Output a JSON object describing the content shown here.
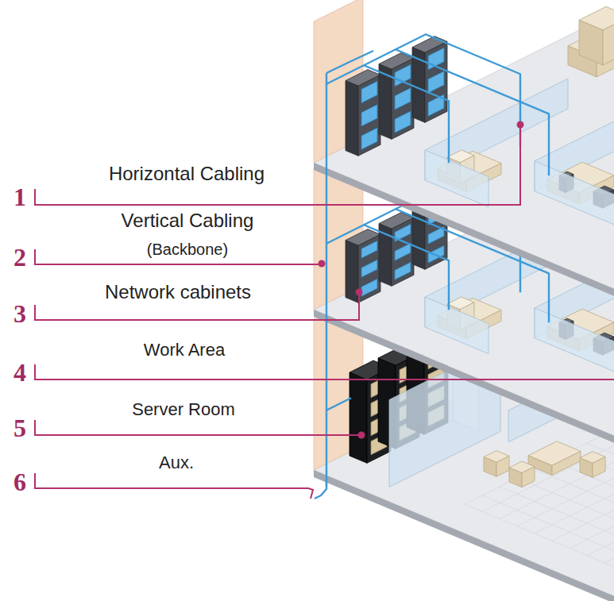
{
  "diagram": {
    "labels": [
      "Horizontal Cabling",
      "1",
      "Vertical Cabling",
      "(Backbone)",
      "2",
      "Network cabinets",
      "3",
      "Work Area",
      "4",
      "Server Room",
      "5",
      "Aux.",
      "6"
    ]
  }
}
